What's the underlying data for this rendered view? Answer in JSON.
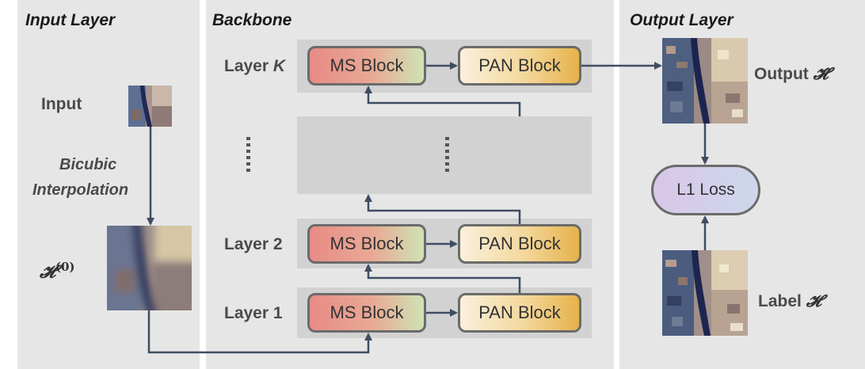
{
  "panels": {
    "input": {
      "title": "Input Layer"
    },
    "backbone": {
      "title": "Backbone"
    },
    "output": {
      "title": "Output Layer"
    }
  },
  "input_layer": {
    "input_label": "Input",
    "interp_line1": "Bicubic",
    "interp_line2": "Interpolation",
    "h0_symbol": "𝓗",
    "h0_superscript": "(0)"
  },
  "backbone": {
    "rows": [
      {
        "layer_prefix": "Layer",
        "layer_index": "K",
        "ms_label": "MS Block",
        "pan_label": "PAN Block"
      },
      {
        "layer_prefix": "Layer",
        "layer_index": "2",
        "ms_label": "MS Block",
        "pan_label": "PAN Block"
      },
      {
        "layer_prefix": "Layer",
        "layer_index": "1",
        "ms_label": "MS Block",
        "pan_label": "PAN Block"
      }
    ]
  },
  "output_layer": {
    "output_prefix": "Output",
    "output_symbol": "𝓗̂",
    "loss_label": "L1 Loss",
    "label_prefix": "Label",
    "label_symbol": "𝓗"
  },
  "colors": {
    "panel_bg": "#e6e6e6",
    "row_bg": "#d2d2d2",
    "arrow": "#3f4d63",
    "ms_block": "#e88b86",
    "pan_block": "#e6b24a",
    "loss_fill": "#c9c6e8"
  }
}
